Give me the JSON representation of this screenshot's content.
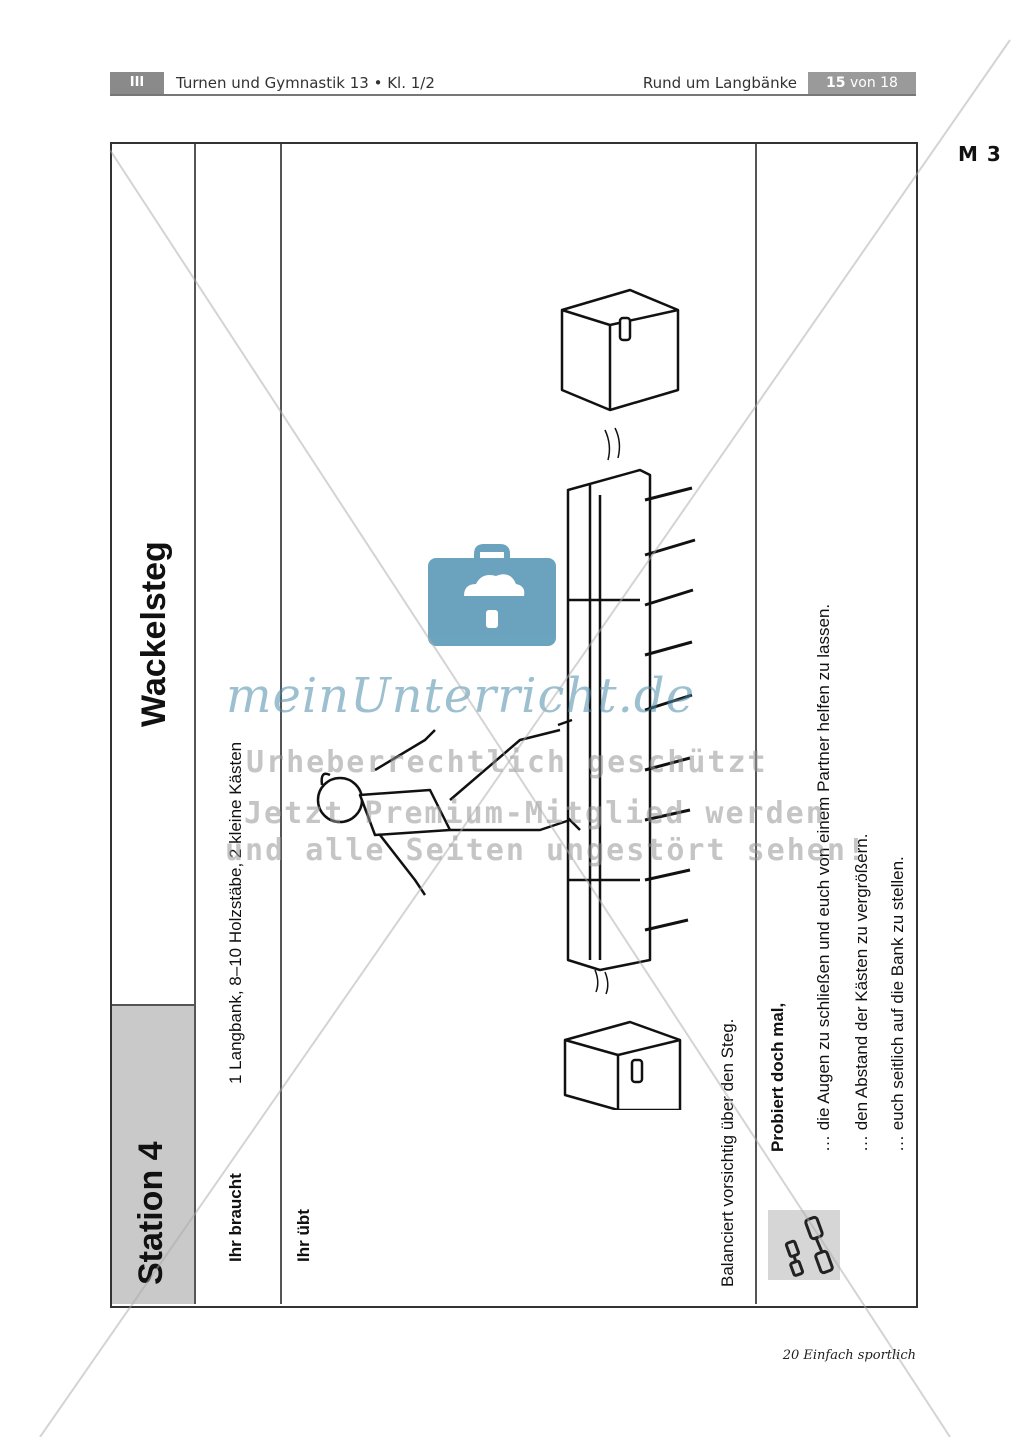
{
  "header": {
    "section": "III",
    "title": "Turnen und Gymnastik 13 • Kl. 1/2",
    "topic": "Rund um Langbänke",
    "page_current": "15",
    "page_total": "von 18"
  },
  "material_label": "M 3",
  "card": {
    "station": "Station 4",
    "title": "Wackelsteg",
    "needs_label": "Ihr braucht",
    "needs_value": "1 Langbank, 8–10 Holzstäbe, 2 kleine Kästen",
    "practice_label": "Ihr übt",
    "instruction": "Balanciert vorsichtig über den Steg.",
    "tips_title": "Probiert doch mal,",
    "tips": [
      "… die Augen zu schließen und euch von einem Partner helfen zu lassen.",
      "… den Abstand der Kästen zu vergrößern.",
      "… euch seitlich auf die Bank zu stellen."
    ]
  },
  "watermark": {
    "logo": "meinUnterricht.de",
    "line1": "Urheberrechtlich geschützt",
    "line2": "Jetzt Premium-Mitglied werden",
    "line3": "und alle Seiten ungestört sehen!"
  },
  "footer": "20 Einfach sportlich",
  "colors": {
    "station_bg": "#c9c9c9",
    "watermark_blue": "#4a8caa"
  },
  "icons": [
    "briefcase-cloud-icon",
    "dumbbell-icon"
  ]
}
